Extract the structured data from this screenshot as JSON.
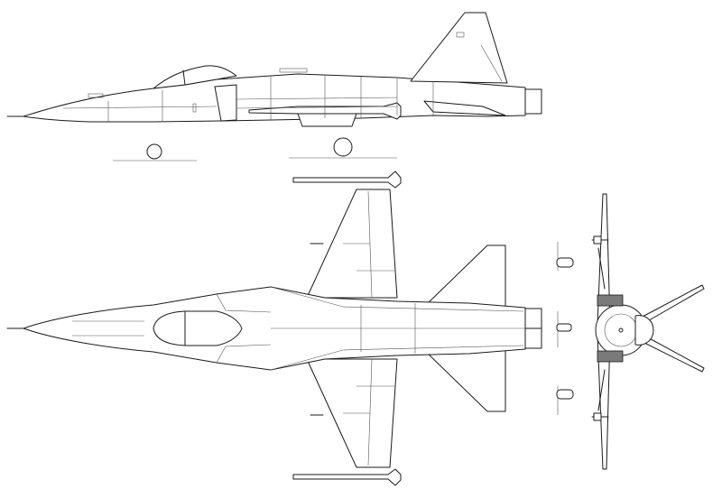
{
  "drawing": {
    "views": [
      {
        "name": "side"
      },
      {
        "name": "top"
      },
      {
        "name": "front"
      }
    ],
    "colors": {
      "line": "#1a1a1a",
      "thin_line": "#555555",
      "shading": "#7a7a7a",
      "background": "#ffffff"
    }
  }
}
